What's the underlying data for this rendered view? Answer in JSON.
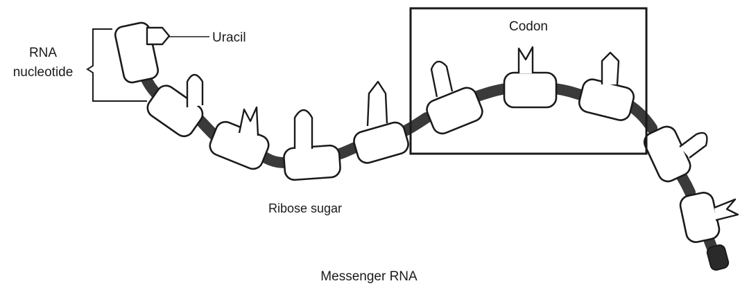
{
  "labels": {
    "rna_nucleotide_line1": "RNA",
    "rna_nucleotide_line2": "nucleotide",
    "uracil": "Uracil",
    "codon": "Codon",
    "ribose_sugar": "Ribose sugar",
    "title": "Messenger RNA"
  },
  "colors": {
    "line": "#1a1a1a",
    "linker": "#3a3a3a",
    "background": "#ffffff"
  },
  "base_shapes": {
    "round": "rounded-peg",
    "pointed": "pointed-peg",
    "notched": "notched-peg"
  }
}
